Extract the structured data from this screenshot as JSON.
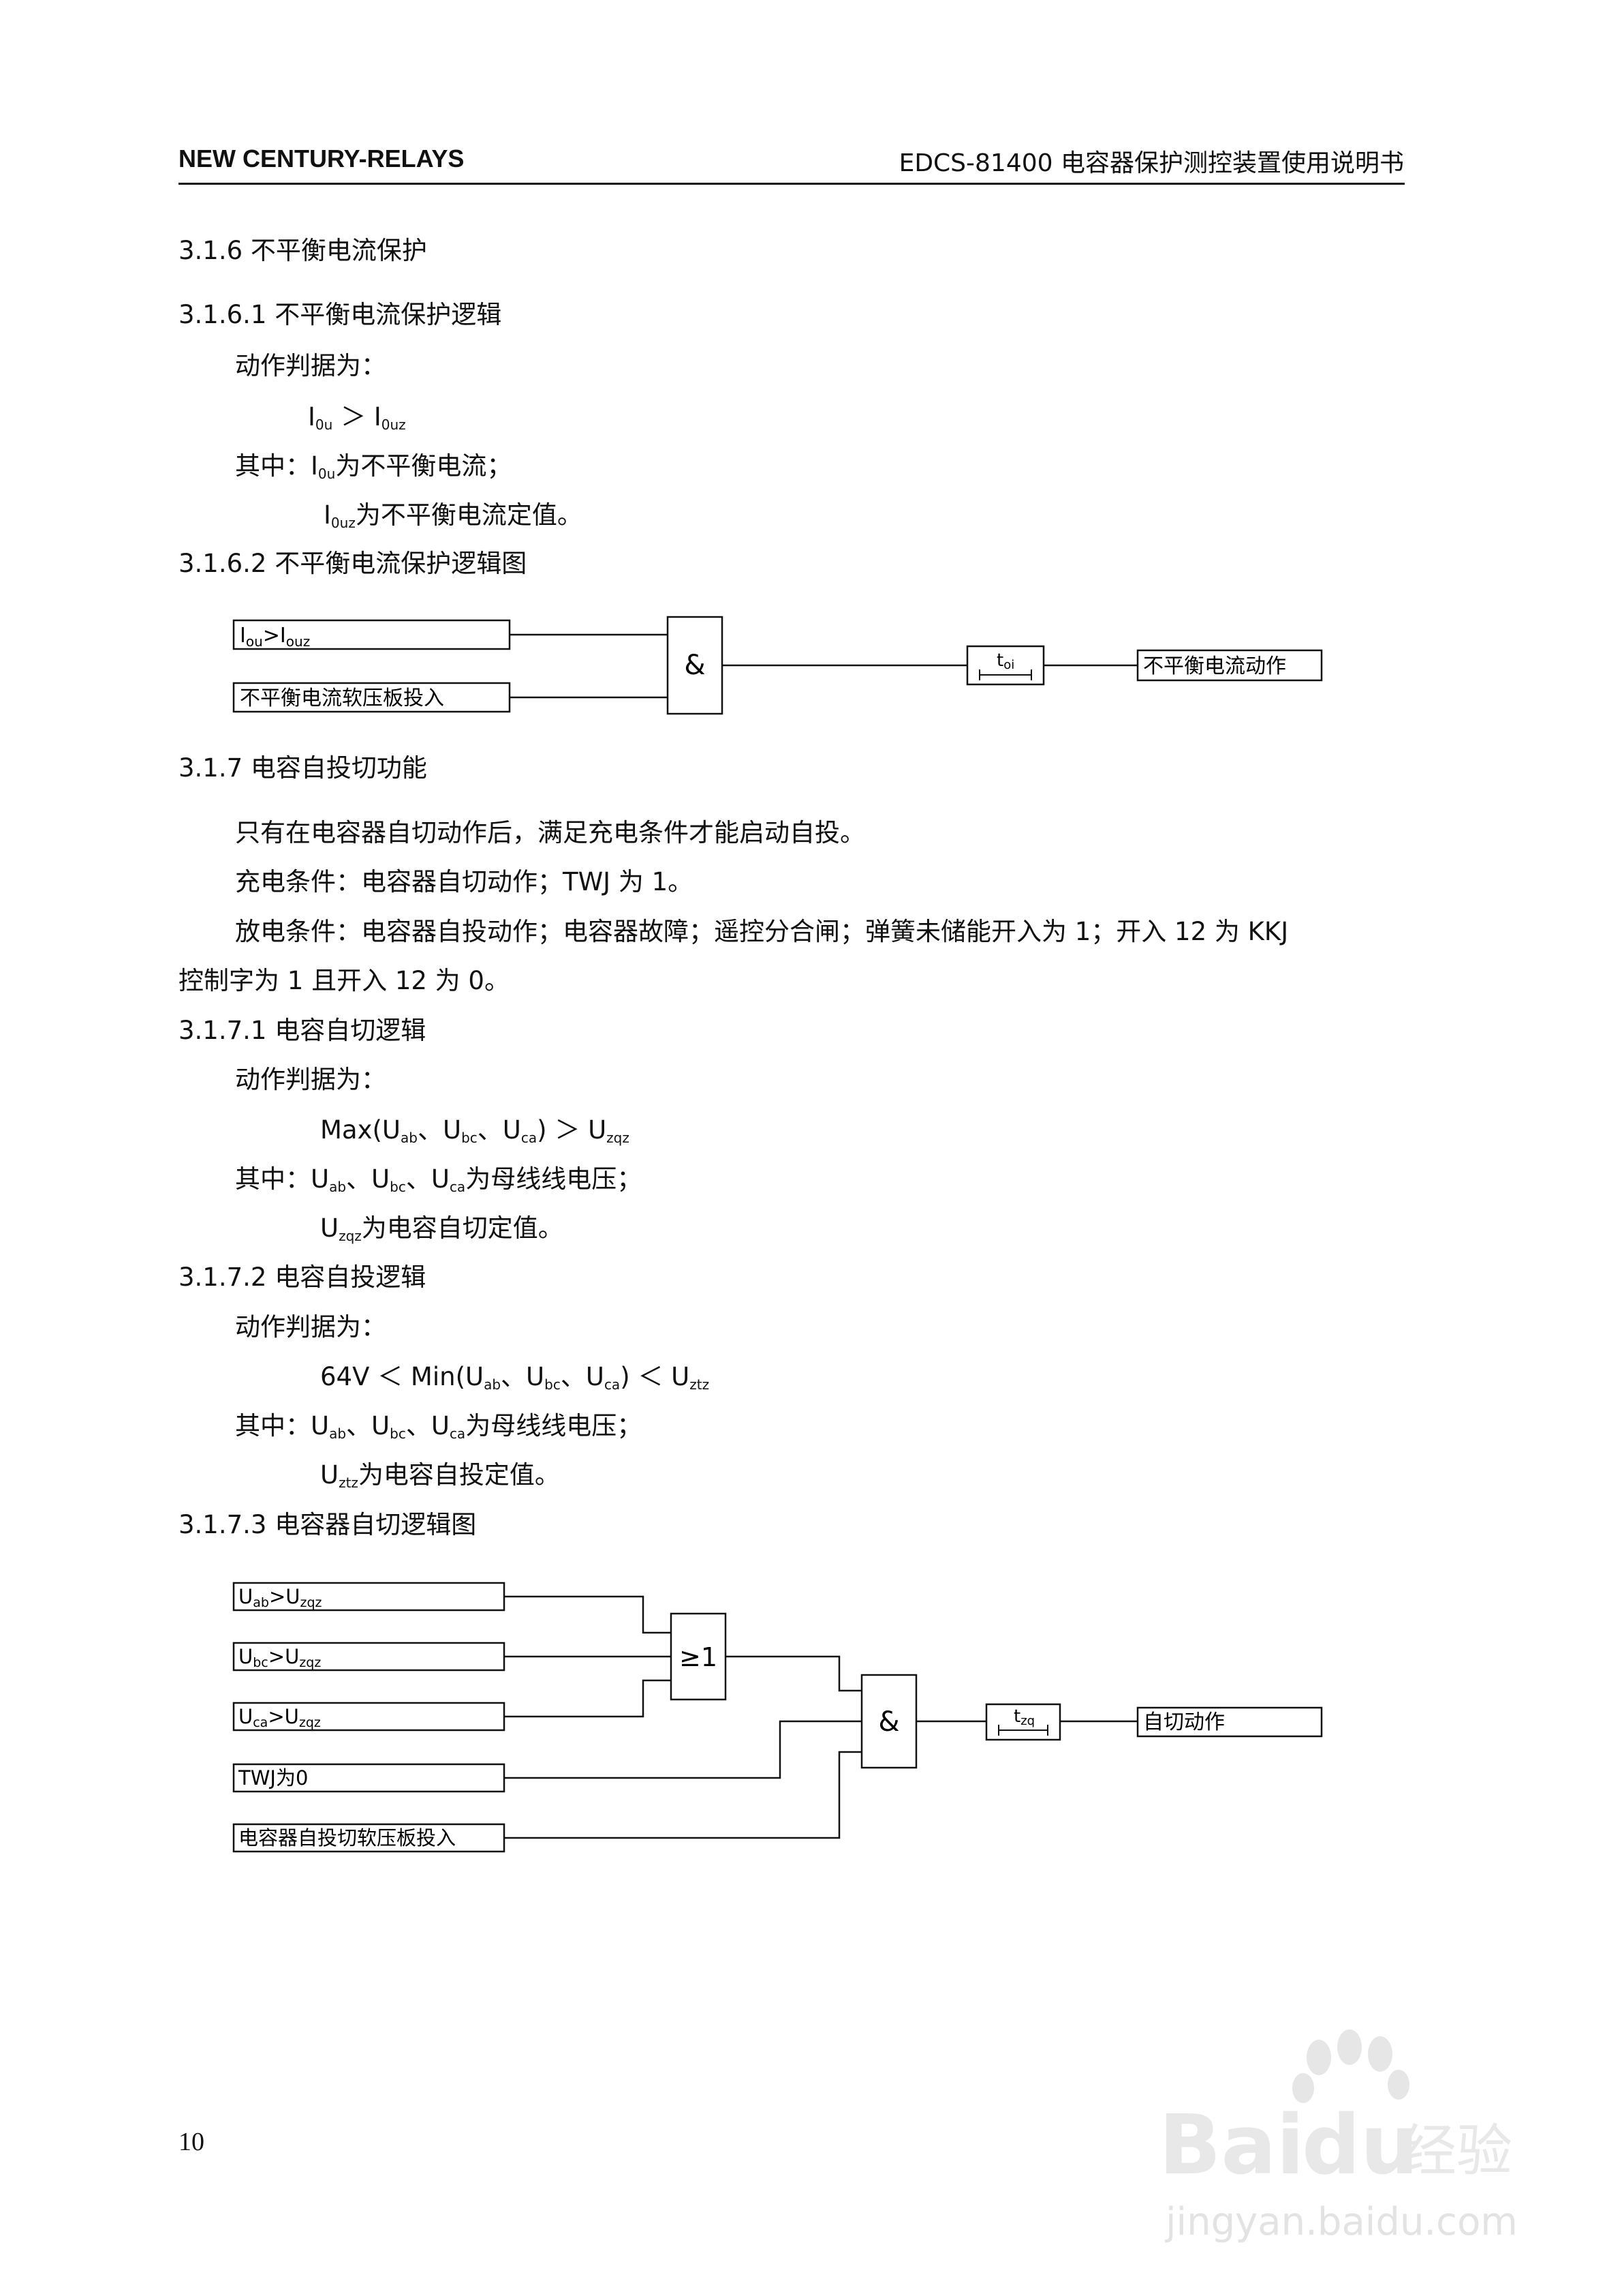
{
  "header": {
    "company": "NEW CENTURY-RELAYS",
    "doc_title": "EDCS-81400 电容器保护测控装置使用说明书"
  },
  "s316": {
    "title": "3.1.6  不平衡电流保护",
    "s1_title": "3.1.6.1  不平衡电流保护逻辑",
    "criterion_label": "动作判据为：",
    "formula": {
      "a_main": "I",
      "a_sub": "0u",
      "op": " ＞ ",
      "b_main": "I",
      "b_sub": "0uz"
    },
    "where_prefix": "其中：",
    "def1": {
      "main": "I",
      "sub": "0u",
      "text": "为不平衡电流；"
    },
    "def2": {
      "main": "I",
      "sub": "0uz",
      "text": "为不平衡电流定值。"
    },
    "s2_title": "3.1.6.2  不平衡电流保护逻辑图",
    "diagram": {
      "input1_main": "I",
      "input1_sub": "ou",
      "input1_op": ">",
      "input1_main2": "I",
      "input1_sub2": "ouz",
      "input2": "不平衡电流软压板投入",
      "gate": "&",
      "timer_main": "t",
      "timer_sub": "oi",
      "output": "不平衡电流动作"
    }
  },
  "s317": {
    "title": "3.1.7  电容自投切功能",
    "para1": "只有在电容器自切动作后，满足充电条件才能启动自投。",
    "para2": "充电条件：电容器自切动作；TWJ 为 1。",
    "para3_line1": "放电条件：电容器自投动作；电容器故障；遥控分合闸；弹簧未储能开入为 1；开入 12 为 KKJ",
    "para3_line2": "控制字为 1 且开入 12 为 0。",
    "s1_title": "3.1.7.1  电容自切逻辑",
    "s1_criterion": "动作判据为：",
    "s1_formula": {
      "prefix": "Max(U",
      "sub_ab": "ab",
      "sep1": "、U",
      "sub_bc": "bc",
      "sep2": "、U",
      "sub_ca": "ca",
      "mid": ") ＞ U",
      "sub_z": "zqz"
    },
    "s1_where": {
      "prefix": "其中：U",
      "sub_ab": "ab",
      "sep1": "、U",
      "sub_bc": "bc",
      "sep2": "、U",
      "sub_ca": "ca",
      "text": "为母线线电压；"
    },
    "s1_def": {
      "main": "U",
      "sub": "zqz",
      "text": "为电容自切定值。"
    },
    "s2_title": "3.1.7.2  电容自投逻辑",
    "s2_criterion": "动作判据为：",
    "s2_formula": {
      "prefix": "64V ＜ Min(U",
      "sub_ab": "ab",
      "sep1": "、U",
      "sub_bc": "bc",
      "sep2": "、U",
      "sub_ca": "ca",
      "mid": ") ＜ U",
      "sub_z": "ztz"
    },
    "s2_where": {
      "prefix": "其中：U",
      "sub_ab": "ab",
      "sep1": "、U",
      "sub_bc": "bc",
      "sep2": "、U",
      "sub_ca": "ca",
      "text": "为母线线电压；"
    },
    "s2_def": {
      "main": "U",
      "sub": "ztz",
      "text": "为电容自投定值。"
    },
    "s3_title": "3.1.7.3  电容器自切逻辑图",
    "diagram": {
      "in1_main": "U",
      "in1_sub": "ab",
      "in1_op": ">",
      "in1_main2": "U",
      "in1_sub2": "zqz",
      "in2_main": "U",
      "in2_sub": "bc",
      "in2_op": ">",
      "in2_main2": "U",
      "in2_sub2": "zqz",
      "in3_main": "U",
      "in3_sub": "ca",
      "in3_op": ">",
      "in3_main2": "U",
      "in3_sub2": "zqz",
      "in4": "TWJ为0",
      "in5": "电容器自投切软压板投入",
      "or_gate": "≥1",
      "and_gate": "&",
      "timer_main": "t",
      "timer_sub": "zq",
      "output": "自切动作"
    }
  },
  "page_number": "10",
  "watermark": {
    "brand": "Bai",
    "brand2": "du",
    "product": "经验",
    "url": "jingyan.baidu.com"
  }
}
